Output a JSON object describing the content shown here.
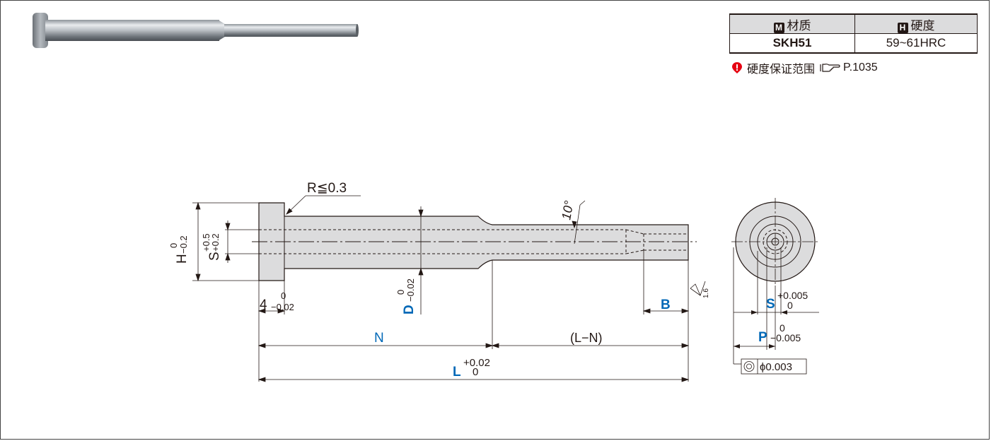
{
  "spec_table": {
    "material_badge": "M",
    "material_header": "材质",
    "hardness_badge": "H",
    "hardness_header": "硬度",
    "material_value": "SKH51",
    "hardness_value": "59~61HRC"
  },
  "note": {
    "text": "硬度保证范围",
    "page_ref": "P.1035",
    "icon": "pin-icon",
    "ref_icon": "pointing-hand-icon"
  },
  "labels": {
    "radius": "R≦0.3",
    "angle": "10°",
    "head_thickness": "4",
    "head_thickness_tol_upper": "0",
    "head_thickness_tol_lower": "−0.02",
    "H": "H",
    "H_tol_upper": "0",
    "H_tol_lower": "−0.2",
    "S": "S",
    "S_tol_upper": "+0.5",
    "S_tol_lower": "+0.2",
    "D": "D",
    "D_tol_upper": "0",
    "D_tol_lower": "−0.02",
    "N": "N",
    "L_minus_N": "(L−N)",
    "L": "L",
    "L_tol_upper": "+0.02",
    "L_tol_lower": "0",
    "B": "B",
    "roughness": "1.6",
    "S_end": "S",
    "S_end_tol_upper": "+0.005",
    "S_end_tol_lower": "0",
    "P": "P",
    "P_tol_upper": "0",
    "P_tol_lower": "−0.005",
    "concentricity": "ϕ0.003"
  },
  "colors": {
    "dimension_blue": "#0068b7",
    "part_gray": "#dcdcdd",
    "line": "#231815",
    "header_gray": "#dcdcdd",
    "pin_red": "#e60012"
  }
}
